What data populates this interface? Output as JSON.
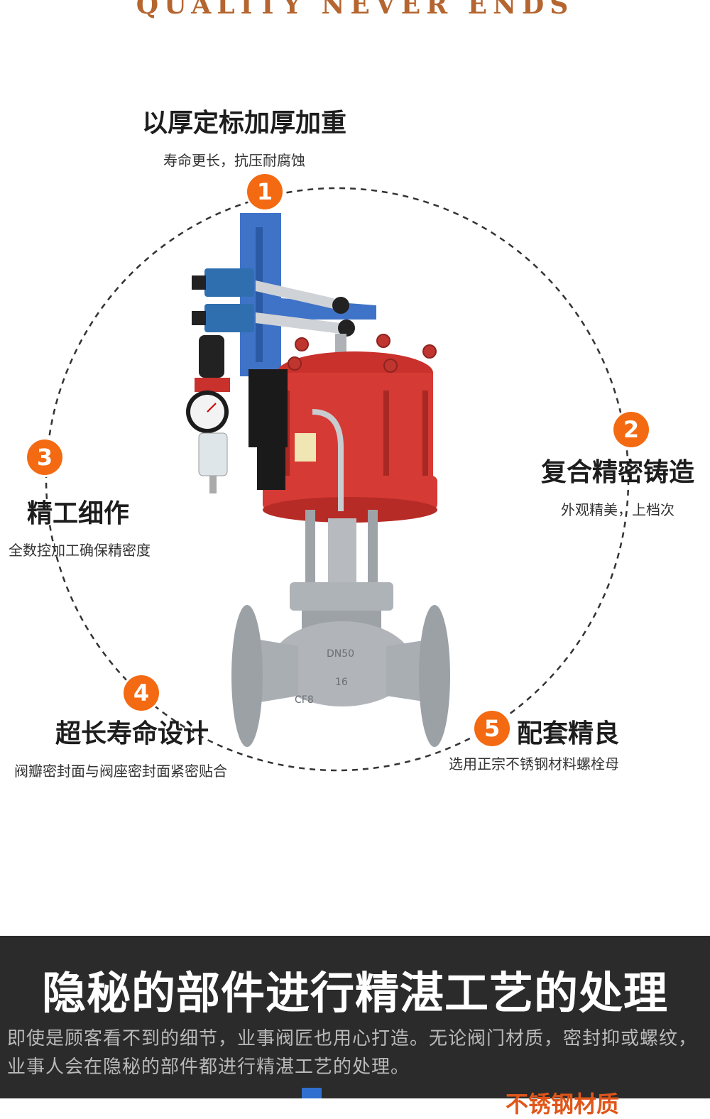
{
  "banner": "QUALITY NEVER ENDS",
  "colors": {
    "accent": "#f36a12",
    "banner": "#b5652f",
    "dark_bg": "#2b2b2b",
    "actuator_red": "#d63a34",
    "bracket_blue": "#3f73c8"
  },
  "features": [
    {
      "num": "1",
      "title": "以厚定标加厚加重",
      "desc": "寿命更长，抗压耐腐蚀"
    },
    {
      "num": "2",
      "title": "复合精密铸造",
      "desc": "外观精美，上档次"
    },
    {
      "num": "3",
      "title": "精工细作",
      "desc": "全数控加工确保精密度"
    },
    {
      "num": "4",
      "title": "超长寿命设计",
      "desc": "阀瓣密封面与阀座密封面紧密贴合"
    },
    {
      "num": "5",
      "title": "配套精良",
      "desc": "选用正宗不锈钢材料螺栓母"
    }
  ],
  "product_image": {
    "name": "pneumatic-globe-valve",
    "body_marks": [
      "DN50",
      "16",
      "CF8"
    ]
  },
  "section": {
    "title": "隐秘的部件进行精湛工艺的处理",
    "text": "即使是顾客看不到的细节，业事阀匠也用心打造。无论阀门材质，密封抑或螺纹，业事人会在隐秘的部件都进行精湛工艺的处理。",
    "next_heading_partial": "不锈钢材质"
  }
}
